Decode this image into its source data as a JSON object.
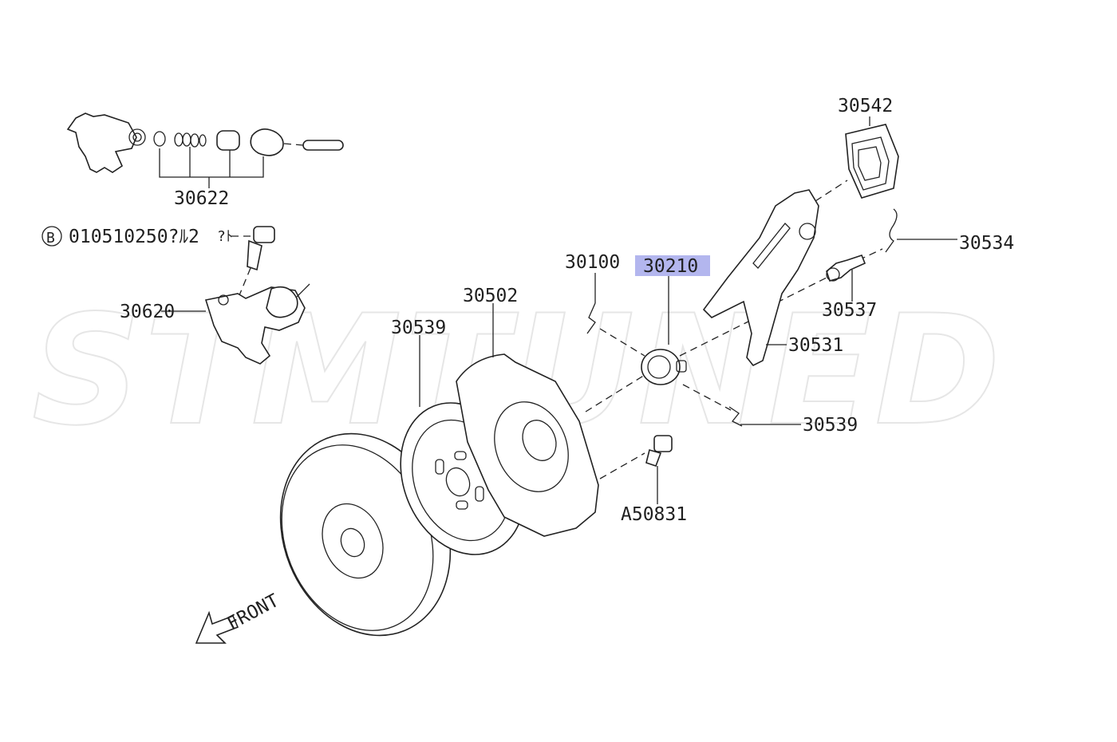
{
  "watermark": "STMTUNED",
  "callouts": [
    {
      "id": "30622",
      "text": "30622",
      "highlighted": false
    },
    {
      "id": "bolt-note",
      "text": "010510250?ﾙ2",
      "highlighted": false
    },
    {
      "id": "bolt-qty",
      "text": "?ﾄ",
      "highlighted": false
    },
    {
      "id": "30620",
      "text": "30620",
      "highlighted": false
    },
    {
      "id": "30539-top",
      "text": "30539",
      "highlighted": false
    },
    {
      "id": "30502",
      "text": "30502",
      "highlighted": true
    },
    {
      "id": "30210",
      "text": "30210",
      "highlighted": false
    },
    {
      "id": "30100",
      "text": "30100",
      "highlighted": false
    },
    {
      "id": "30542",
      "text": "30542",
      "highlighted": false
    },
    {
      "id": "30534",
      "text": "30534",
      "highlighted": false
    },
    {
      "id": "30537",
      "text": "30537",
      "highlighted": false
    },
    {
      "id": "30531",
      "text": "30531",
      "highlighted": false
    },
    {
      "id": "30539-bottom",
      "text": "30539",
      "highlighted": false
    },
    {
      "id": "A50831",
      "text": "A50831",
      "highlighted": false
    }
  ],
  "bolt_marker": "B",
  "front_label": "FRONT",
  "highlight_color": "#b3b6ee"
}
